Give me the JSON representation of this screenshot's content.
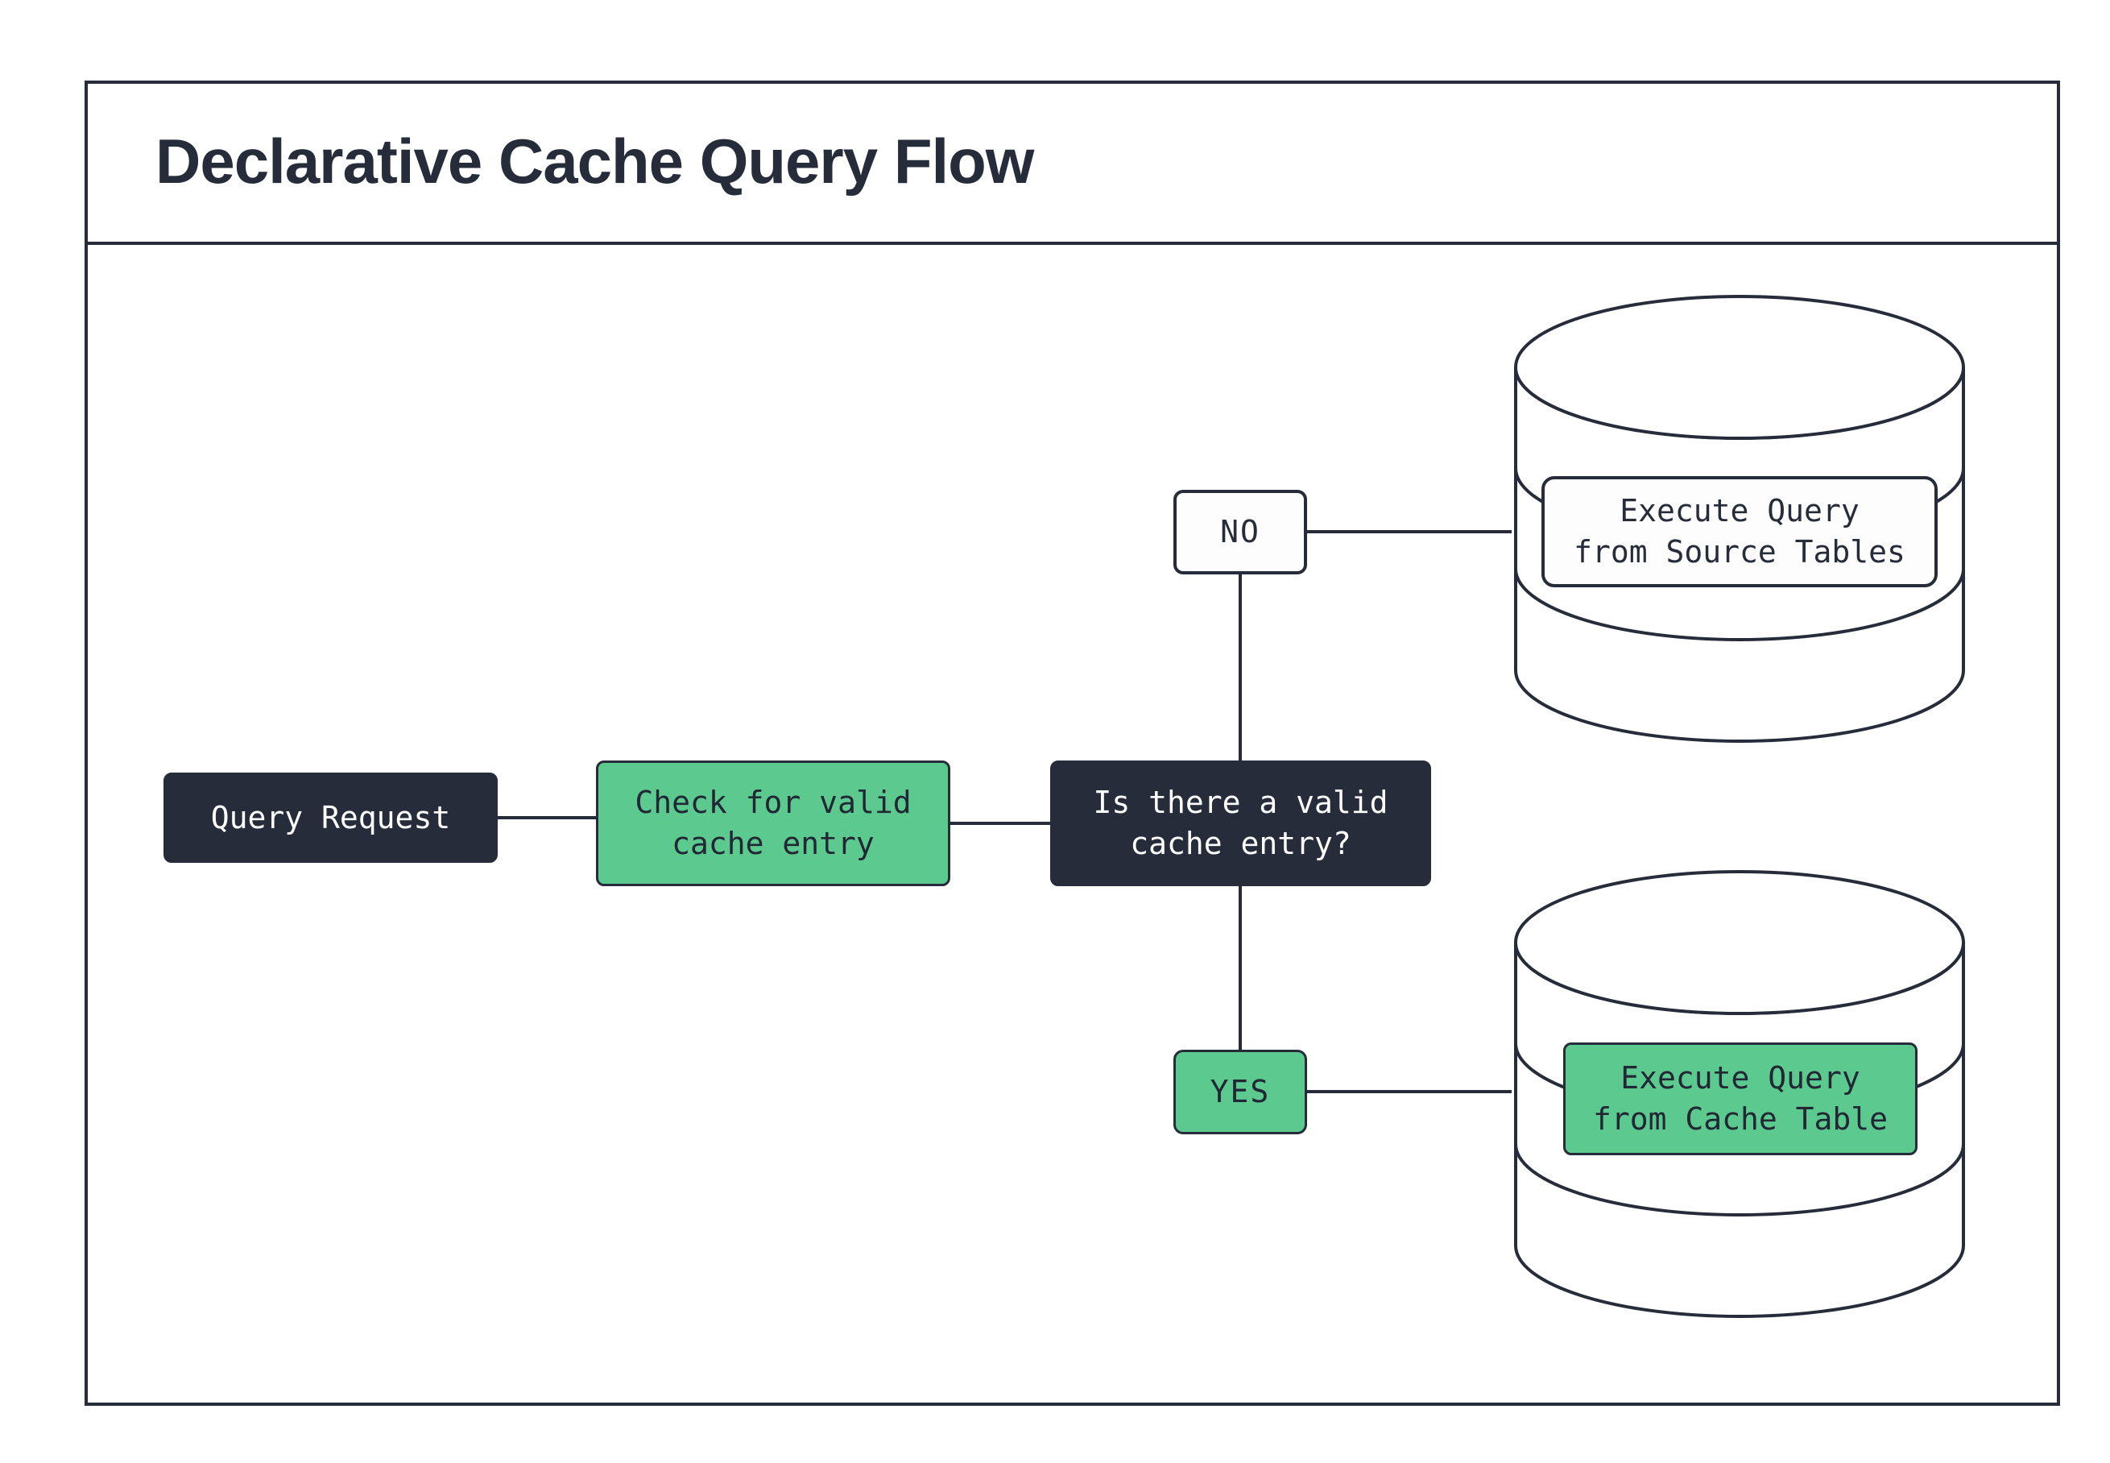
{
  "title": "Declarative Cache Query Flow",
  "colors": {
    "dark_navy": "#262C3A",
    "green": "#5CC98E",
    "background": "#FFFFFF",
    "text_on_dark": "#FFFFFF",
    "text_on_light": "#262C3A"
  },
  "nodes": {
    "query_request": {
      "label": "Query Request"
    },
    "check_cache": {
      "line1": "Check for valid",
      "line2": "cache entry"
    },
    "decision": {
      "line1": "Is there a valid",
      "line2": "cache entry?"
    },
    "branch_no": {
      "label": "NO"
    },
    "branch_yes": {
      "label": "YES"
    },
    "source_db_action": {
      "line1": "Execute Query",
      "line2": "from Source Tables"
    },
    "cache_db_action": {
      "line1": "Execute Query",
      "line2": "from Cache Table"
    }
  },
  "icons": {
    "source_database": "database-cylinder-icon",
    "cache_database": "database-cylinder-icon"
  }
}
